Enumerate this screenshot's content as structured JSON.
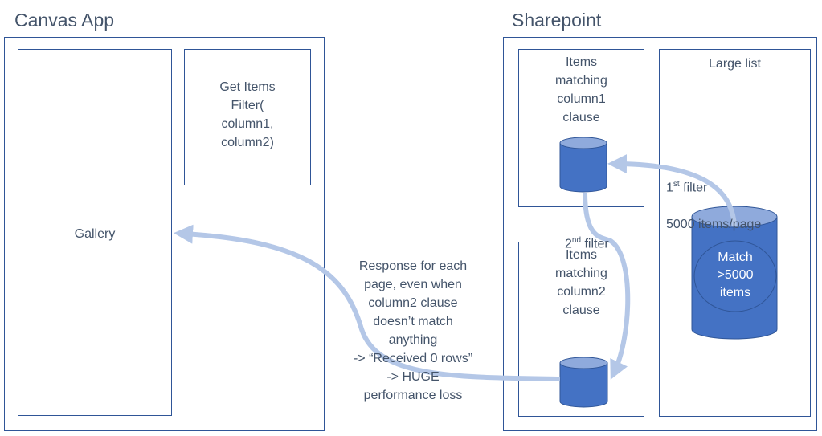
{
  "canvas_app": {
    "title": "Canvas App",
    "gallery_label": "Gallery",
    "get_items_label": "Get Items\nFilter(\ncolumn1,\ncolumn2)"
  },
  "sharepoint": {
    "title": "Sharepoint",
    "col1_box_label": "Items\nmatching\ncolumn1\nclause",
    "col2_box_label": "Items\nmatching\ncolumn2\nclause",
    "large_list_label": "Large list",
    "large_cylinder_text": "Match\n>5000\nitems"
  },
  "annotations": {
    "first_filter_num": "1",
    "first_filter_sup": "st",
    "first_filter_rest": " filter",
    "first_filter_line2": "5000 items/page",
    "second_filter_num": "2",
    "second_filter_sup": "nd",
    "second_filter_rest": " filter",
    "response_text": "Response for each\npage, even when\ncolumn2 clause\ndoesn’t match\nanything\n-> “Received 0 rows”\n-> HUGE\nperformance loss"
  },
  "colors": {
    "border": "#2f5597",
    "text": "#44546a",
    "cylinder_fill": "#4472c4",
    "cylinder_top": "#8faadc",
    "arrow": "#b4c7e7"
  }
}
